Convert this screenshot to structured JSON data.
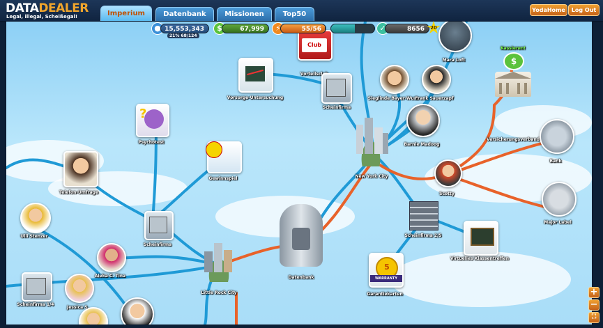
{
  "logo": {
    "part1": "DATA",
    "part2": "DEALER",
    "tagline": "Legal, illegal, Scheißegal!"
  },
  "tabs": [
    {
      "label": "Imperium",
      "active": true
    },
    {
      "label": "Datenbank",
      "active": false
    },
    {
      "label": "Missionen",
      "active": false
    },
    {
      "label": "Top50",
      "active": false
    }
  ],
  "header_buttons": {
    "home": "YodaHome",
    "logout": "Log Out"
  },
  "stats": {
    "users": "15,553,343",
    "users_sub": "21% 68/124",
    "money": "67,999",
    "energy": "55/56",
    "energy_fraction": 0.98,
    "progress_fraction": 0.55,
    "points": "8656",
    "level": "20"
  },
  "nodes": {
    "mara_loft": "Mara Loft",
    "kassieren": "Kassieren!",
    "vorteilsclub": "Vorteilsclub",
    "vorteilsclub_card": "Club",
    "vorsorge": "Vorsorge-Untersuchung",
    "scheinfirma_top": "Scheinfirma",
    "sieglinde": "Sieglinde Bayer-Wurz",
    "frank": "Frank Sauerzapf",
    "versicherungsverband": "Versicherungsverband",
    "psychotest": "Psychotest",
    "barnie": "Barnie Madoog",
    "bank": "Bank",
    "gewinnspiel": "Gewinnspiel",
    "new_york": "New York City",
    "telefonumfrage": "Telefon-Umfrage",
    "scotty": "Scotty",
    "major_label": "Major Label",
    "ulli": "Ulli Stenzer",
    "scheinfirma_mid": "Scheinfirma",
    "scheinfirma_right": "Scheinfirma 2/5",
    "virtuelles": "Virtuelles Klassentreffen",
    "aleka": "Aleka C. Tina",
    "little_rock": "Little Rock City",
    "datenbank": "Datenbank",
    "garantiekarten": "Garantiekarten",
    "warranty_num": "5",
    "warranty_word": "WARRANTY",
    "scheinfirma_left": "Scheinfirma 1/4",
    "jessica": "Jessica S."
  },
  "zoom": {
    "in": "+",
    "out": "−"
  },
  "colors": {
    "accent": "#f0a52c",
    "route_blue": "#1f9ad6",
    "route_orange": "#e8622a",
    "sky": "#a9ddf8"
  }
}
